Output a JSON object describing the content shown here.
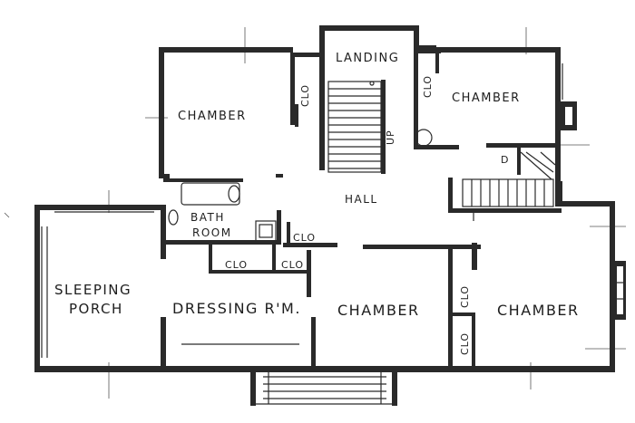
{
  "rooms": {
    "landing": "LANDING",
    "chamber_nw": "CHAMBER",
    "chamber_ne": "CHAMBER",
    "hall": "HALL",
    "bath_room_line1": "BATH",
    "bath_room_line2": "ROOM",
    "sleeping_porch_line1": "SLEEPING",
    "sleeping_porch_line2": "PORCH",
    "dressing_room": "DRESSING R'M.",
    "chamber_s": "CHAMBER",
    "chamber_se": "CHAMBER"
  },
  "closets": {
    "clo_nw": "CLO",
    "clo_ne": "CLO",
    "clo_hall": "CLO",
    "clo_dress_1": "CLO",
    "clo_dress_2": "CLO",
    "clo_se_1": "CLO",
    "clo_se_2": "CLO"
  },
  "stair_marks": {
    "up": "UP",
    "down": "D"
  }
}
